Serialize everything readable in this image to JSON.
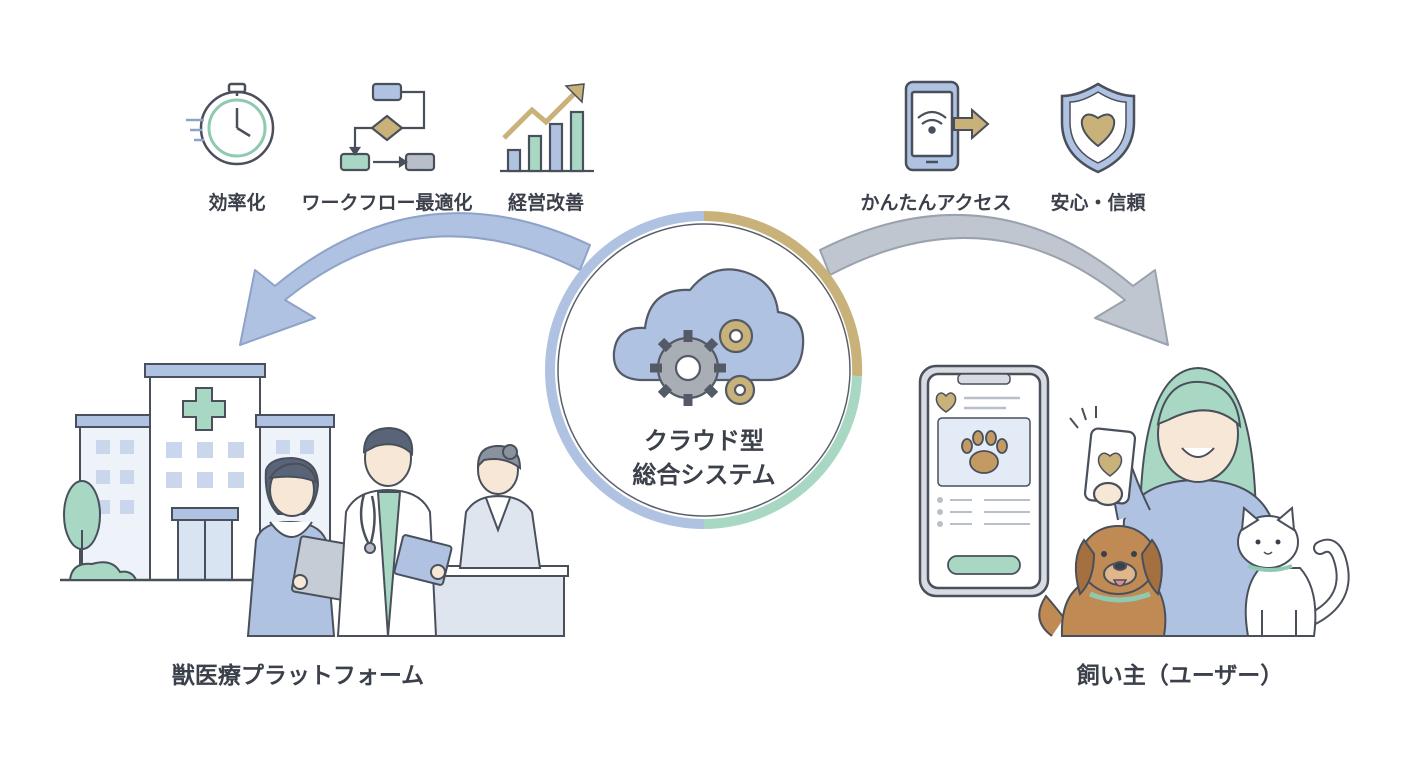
{
  "center": {
    "title_line1": "クラウド型",
    "title_line2": "総合システム",
    "icon": "cloud-gears-icon"
  },
  "left_features": [
    {
      "label": "効率化",
      "icon": "stopwatch-icon"
    },
    {
      "label": "ワークフロー最適化",
      "icon": "flowchart-icon"
    },
    {
      "label": "経営改善",
      "icon": "growth-chart-icon"
    }
  ],
  "right_features": [
    {
      "label": "かんたんアクセス",
      "icon": "phone-access-icon"
    },
    {
      "label": "安心・信頼",
      "icon": "shield-heart-icon"
    }
  ],
  "left_group": {
    "label": "獣医療プラットフォーム"
  },
  "right_group": {
    "label": "飼い主（ユーザー）"
  },
  "colors": {
    "blue": "#a9bde0",
    "gold": "#c9b27a",
    "mint": "#a8d8c3",
    "gray": "#b8bfc8",
    "text": "#3b404b"
  }
}
